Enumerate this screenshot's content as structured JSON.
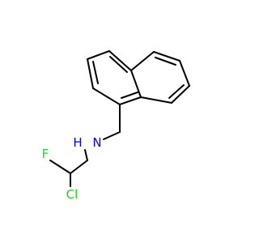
{
  "molecule": {
    "atoms": {
      "nitrogen": "N",
      "hydrogen": "H",
      "fluorine": "F",
      "chlorine": "Cl"
    },
    "colors": {
      "bond": "#000000",
      "nitrogen": "#0000ff",
      "fluorine": "#33cc33",
      "chlorine": "#1fd01f"
    }
  }
}
